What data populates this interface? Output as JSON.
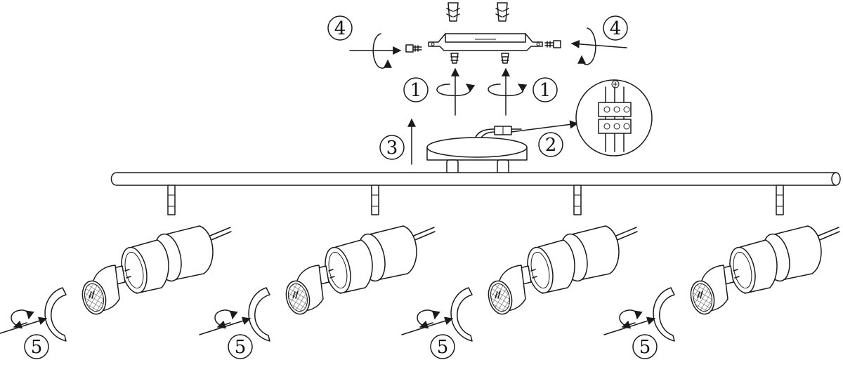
{
  "figure": {
    "steps": {
      "mount_screw_left": "1",
      "mount_screw_right": "1",
      "wire_connect": "2",
      "raise_fixture": "3",
      "side_screw_left": "4",
      "side_screw_right": "4",
      "bulb_1": "5",
      "bulb_2": "5",
      "bulb_3": "5",
      "bulb_4": "5"
    },
    "spot_count": 4,
    "colors": {
      "line": "#1a1a1a",
      "background": "#ffffff"
    }
  }
}
